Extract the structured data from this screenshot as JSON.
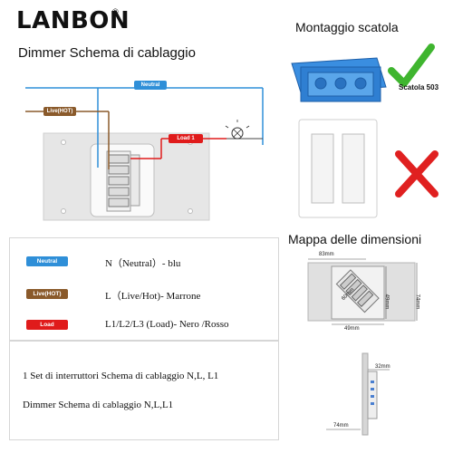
{
  "brand": {
    "name": "LANBON",
    "reg": "®"
  },
  "diagram": {
    "title": "Dimmer Schema di cablaggio",
    "wires": {
      "neutral": "Neutral",
      "live": "Live(HOT)",
      "load": "Load 1"
    }
  },
  "mounting": {
    "title": "Montaggio scatola",
    "box_label": "Scatola 503"
  },
  "dimensions": {
    "title": "Mappa delle dimensioni",
    "labels": {
      "top_width": "83mm",
      "inner_height": "60mm",
      "body_height": "49mm",
      "total_height": "74mm",
      "body_width": "49mm",
      "depth": "32mm",
      "side_height": "74mm"
    }
  },
  "legend": [
    {
      "tag": "Neutral",
      "color": "#2f8fd8",
      "text": "N（Neutral）- blu"
    },
    {
      "tag": "Live(HOT)",
      "color": "#8a5a2b",
      "text": "L（Live/Hot)- Marrone"
    },
    {
      "tag": "Load",
      "color": "#e01b1b",
      "text": "L1/L2/L3 (Load)- Nero /Rosso"
    }
  ],
  "info": {
    "line1": "1 Set di interruttori Schema di cablaggio N,L, L1",
    "line2": "Dimmer Schema di cablaggio N,L,L1"
  }
}
